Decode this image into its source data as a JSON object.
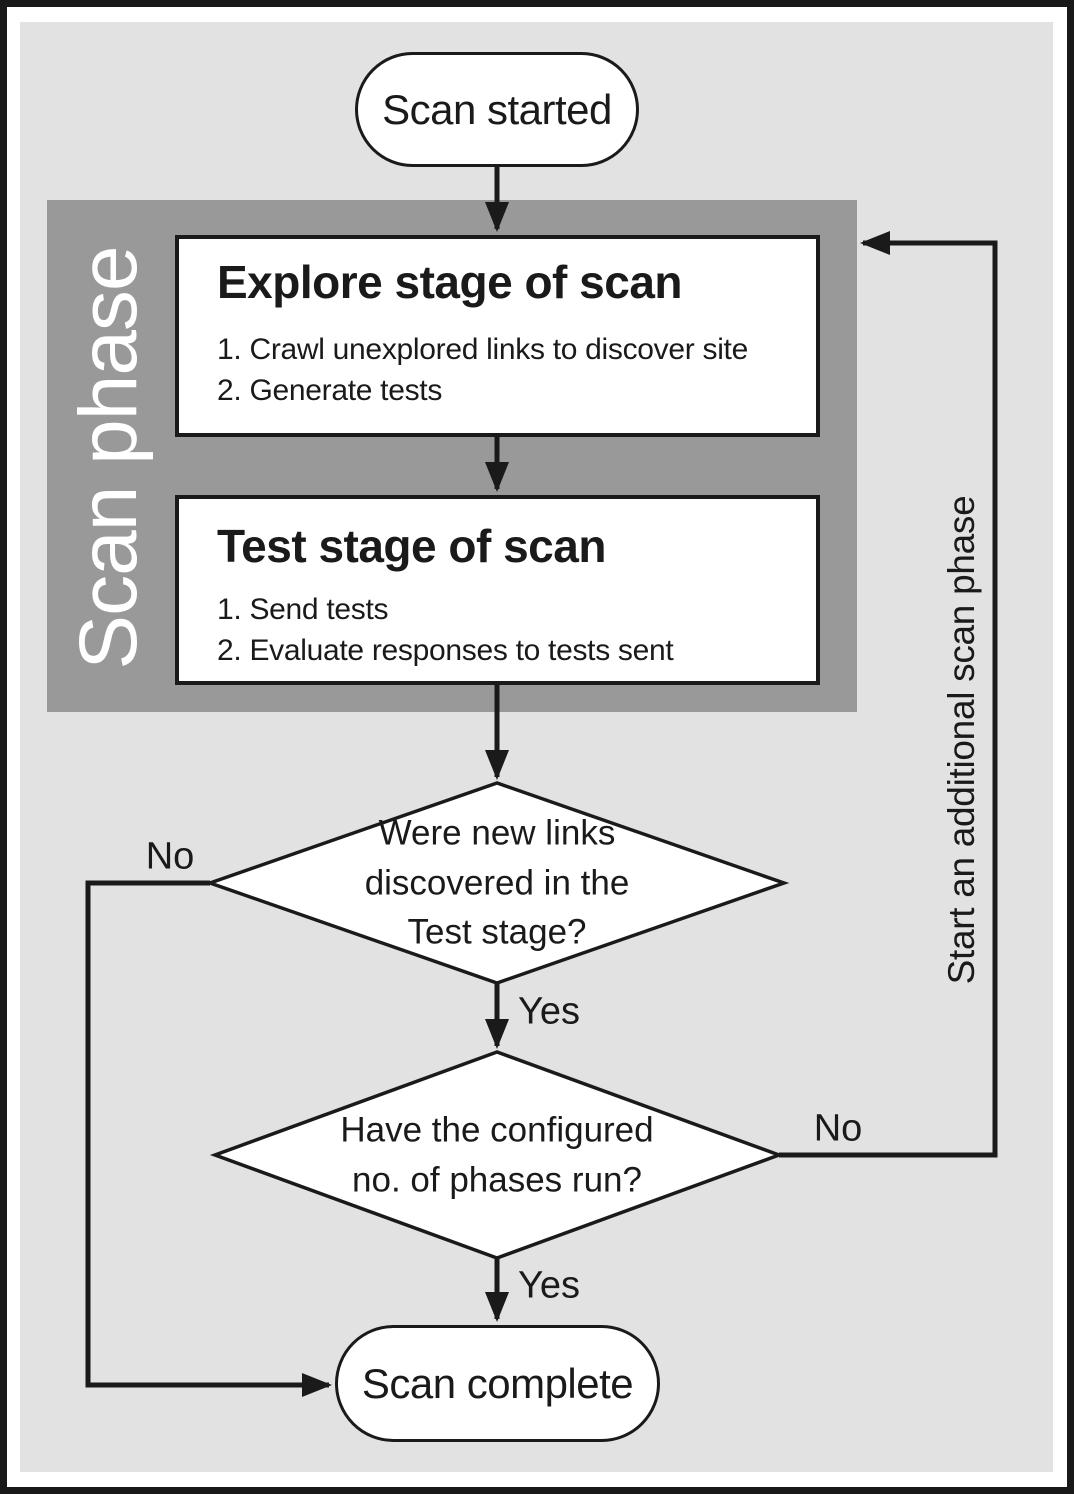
{
  "diagram": {
    "type": "flowchart",
    "nodes": {
      "start": {
        "label": "Scan started"
      },
      "phase_band": {
        "label": "Scan phase"
      },
      "explore": {
        "title": "Explore stage of scan",
        "steps": [
          "1. Crawl unexplored links to discover site",
          "2. Generate tests"
        ]
      },
      "test": {
        "title": "Test stage of scan",
        "steps": [
          "1. Send tests",
          "2. Evaluate responses to tests sent"
        ]
      },
      "decision_new_links": {
        "lines": [
          "Were new links",
          "discovered in the",
          "Test stage?"
        ]
      },
      "decision_phases": {
        "lines": [
          "Have the configured",
          "no. of phases run?"
        ]
      },
      "end": {
        "label": "Scan complete"
      }
    },
    "edge_labels": {
      "new_links_no": "No",
      "new_links_yes": "Yes",
      "phases_no": "No",
      "phases_yes": "Yes",
      "feedback": "Start an additional scan phase"
    },
    "colors": {
      "canvas_background": "#e2e2e2",
      "phase_band": "#999999",
      "node_fill": "#ffffff",
      "line": "#1a1a1a",
      "phase_label_text": "#ffffff"
    }
  }
}
